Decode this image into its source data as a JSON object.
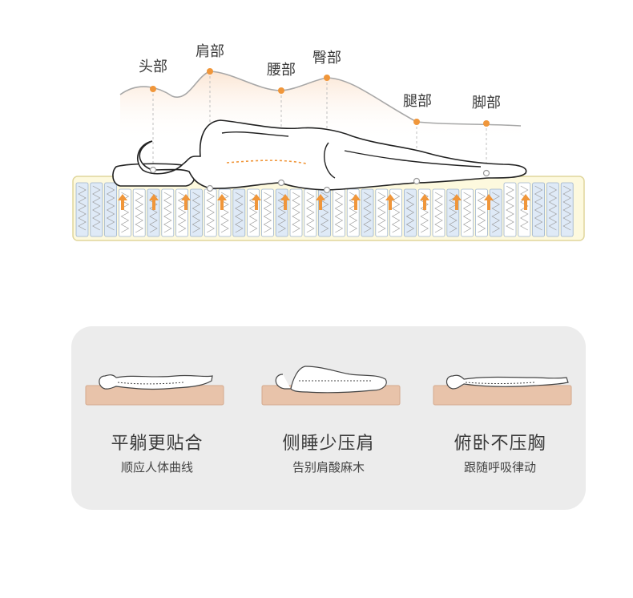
{
  "body_parts": [
    "头部",
    "肩部",
    "腰部",
    "臀部",
    "腿部",
    "脚部"
  ],
  "colors": {
    "accent_orange": "#f0963a",
    "mattress_edge": "#e6dca6",
    "mattress_fill": "#fdf9de",
    "spring_blue": "#dfeaf7",
    "panel_bg": "#ececec",
    "pad_pink": "#e8c3aa"
  },
  "cards": [
    {
      "title": "平躺更贴合",
      "subtitle": "顺应人体曲线",
      "pose": "supine"
    },
    {
      "title": "侧睡少压肩",
      "subtitle": "告别肩酸麻木",
      "pose": "side"
    },
    {
      "title": "俯卧不压胸",
      "subtitle": "跟随呼吸律动",
      "pose": "prone"
    }
  ]
}
